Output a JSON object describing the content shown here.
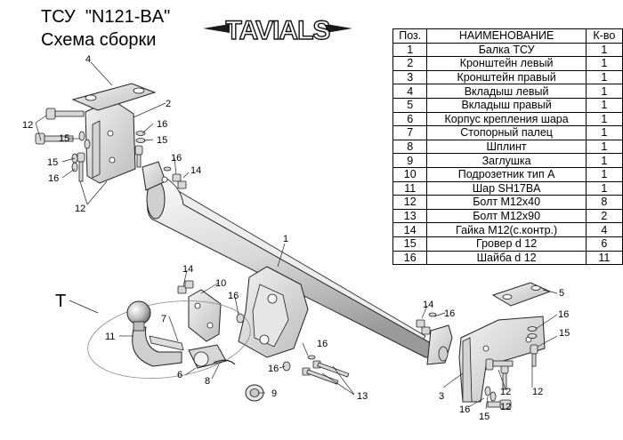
{
  "header": {
    "model_line": "ТСУ  \"N121-BA\"",
    "subtitle": "Схема сборки"
  },
  "logo": {
    "text": "TAVIALS"
  },
  "table": {
    "columns": [
      "Поз.",
      "НАИМЕНОВАНИЕ",
      "К-во"
    ],
    "rows": [
      [
        "1",
        "Балка ТСУ",
        "1"
      ],
      [
        "2",
        "Кронштейн левый",
        "1"
      ],
      [
        "3",
        "Кронштейн правый",
        "1"
      ],
      [
        "4",
        "Вкладыш левый",
        "1"
      ],
      [
        "5",
        "Вкладыш правый",
        "1"
      ],
      [
        "6",
        "Корпус крепления шара",
        "1"
      ],
      [
        "7",
        "Стопорный палец",
        "1"
      ],
      [
        "8",
        "Шплинт",
        "1"
      ],
      [
        "9",
        "Заглушка",
        "1"
      ],
      [
        "10",
        "Подрозетник тип А",
        "1"
      ],
      [
        "11",
        "Шар SH17BA",
        "1"
      ],
      [
        "12",
        "Болт М12х40",
        "8"
      ],
      [
        "13",
        "Болт М12х90",
        "2"
      ],
      [
        "14",
        "Гайка М12(с.контр.)",
        "4"
      ],
      [
        "15",
        "Гровер d 12",
        "6"
      ],
      [
        "16",
        "Шайба d 12",
        "11"
      ]
    ]
  },
  "diagram": {
    "group_label": "T",
    "callouts": {
      "c1": "1",
      "c2": "2",
      "c3": "3",
      "c4": "4",
      "c5": "5",
      "c6": "6",
      "c7": "7",
      "c8": "8",
      "c9": "9",
      "c10": "10",
      "c11": "11",
      "c12": "12",
      "c13": "13",
      "c14": "14",
      "c15": "15",
      "c16": "16"
    }
  }
}
